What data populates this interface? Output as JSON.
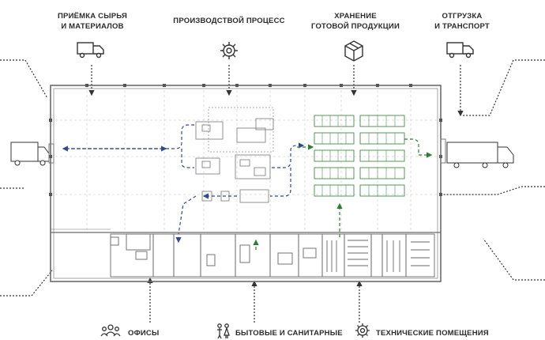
{
  "top_labels": {
    "receiving": [
      "ПРИЁМКА СЫРЬЯ",
      "И МАТЕРИАЛОВ"
    ],
    "production": [
      "ПРОИЗВОДСТВОЙ ПРОЦЕСС"
    ],
    "storage": [
      "ХРАНЕНИЕ",
      "ГОТОВОЙ ПРОДУКЦИИ"
    ],
    "shipping": [
      "ОТГРУЗКА",
      "И ТРАНСПОРТ"
    ]
  },
  "bottom_labels": {
    "offices": "ОФИСЫ",
    "amenities": "БЫТОВЫЕ И САНИТАРНЫЕ",
    "technical": "ТЕХНИЧЕСКИЕ ПОМЕЩЕНИЯ"
  },
  "icons": {
    "receiving": "truck-icon",
    "production": "gear-icon",
    "storage": "box-icon",
    "shipping": "truck-icon",
    "offices": "people-icon",
    "amenities": "person-pair-icon",
    "technical": "gear-icon"
  },
  "colors": {
    "production_flow": "#2f4a8c",
    "storage_flow": "#2e7d32",
    "annotation": "#333333",
    "plan_lines": "#6b6b6b"
  }
}
